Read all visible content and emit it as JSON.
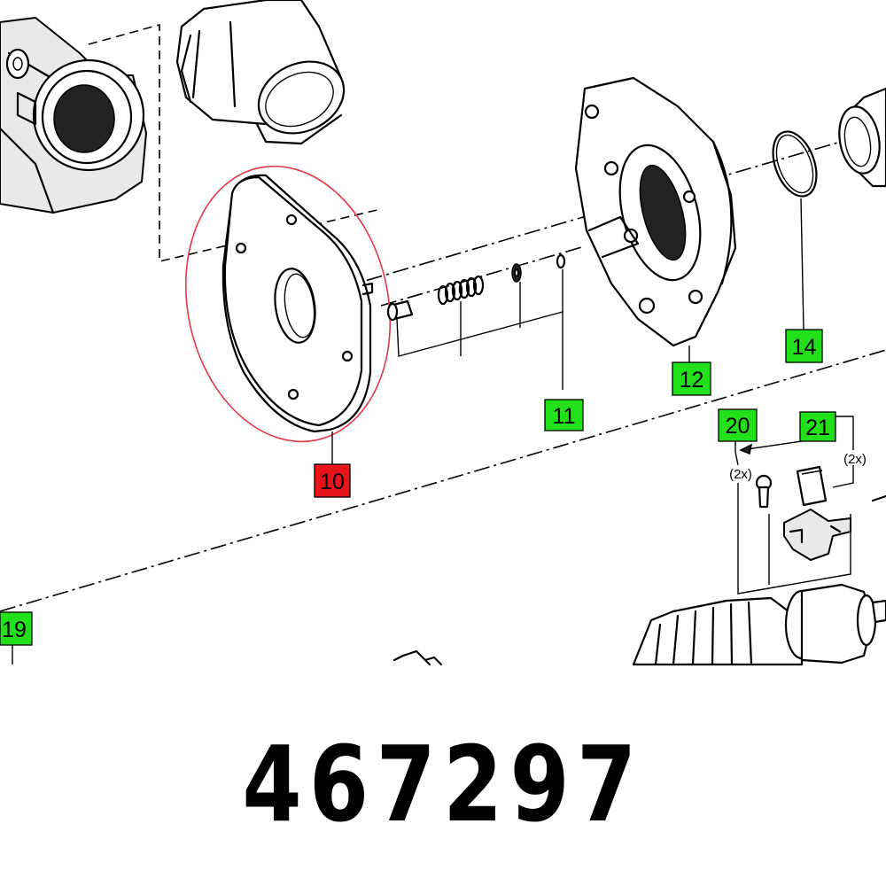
{
  "part_number": "467297",
  "highlight_ring_color": "#e03a4a",
  "callouts": [
    {
      "id": "10",
      "label": "10",
      "color": "red"
    },
    {
      "id": "11",
      "label": "11",
      "color": "green"
    },
    {
      "id": "12",
      "label": "12",
      "color": "green"
    },
    {
      "id": "14",
      "label": "14",
      "color": "green"
    },
    {
      "id": "19",
      "label": "19",
      "color": "green"
    },
    {
      "id": "20",
      "label": "20",
      "color": "green"
    },
    {
      "id": "21",
      "label": "21",
      "color": "green"
    }
  ],
  "quantity_notes": [
    "(2x)",
    "(2x)"
  ],
  "label_colors": {
    "green": "#22e01a",
    "red": "#e8141c"
  }
}
